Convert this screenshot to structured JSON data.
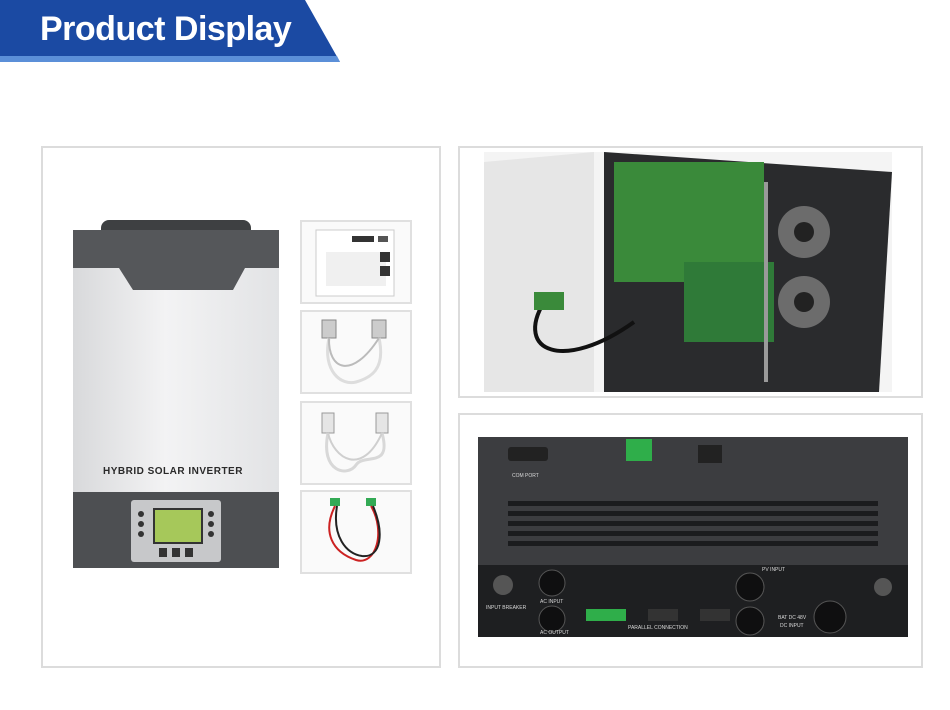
{
  "banner": {
    "title": "Product Display",
    "color": "#1b4aa3"
  },
  "inverter": {
    "label": "HYBRID SOLAR INVERTER"
  },
  "rear_panel": {
    "com_port": "COM PORT",
    "input_breaker": "INPUT BREAKER",
    "ac_input": "AC INPUT",
    "ac_output": "AC OUTPUT",
    "parallel_connection": "PARALLEL CONNECTION",
    "pv_input": "PV INPUT",
    "battery_input": "BAT DC 48V",
    "dc_input": "DC INPUT"
  }
}
